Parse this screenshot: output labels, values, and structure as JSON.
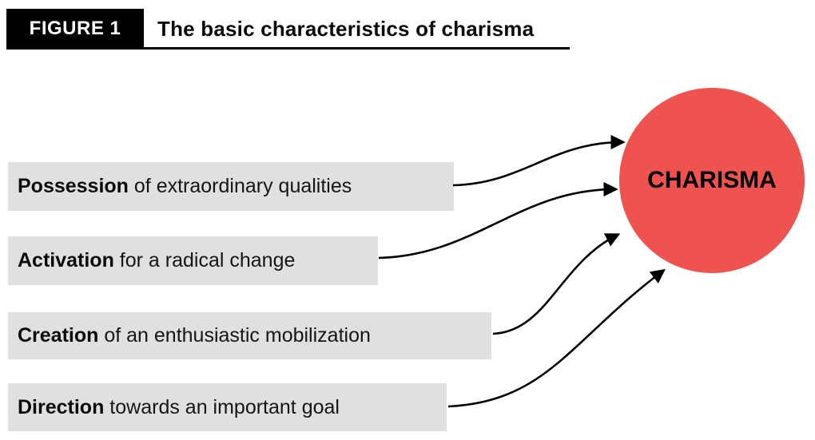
{
  "header": {
    "tag": "FIGURE 1",
    "title": "The basic characteristics of charisma"
  },
  "characteristics": [
    {
      "keyword": "Possession",
      "rest": " of extraordinary qualities"
    },
    {
      "keyword": "Activation",
      "rest": " for a radical change"
    },
    {
      "keyword": "Creation",
      "rest": " of an enthusiastic mobilization"
    },
    {
      "keyword": "Direction",
      "rest": " towards an important goal"
    }
  ],
  "center": {
    "label": "CHARISMA"
  },
  "colors": {
    "tag_bg": "#000000",
    "tag_text": "#ffffff",
    "box_bg": "#e0e0e0",
    "circle": "#ef5350",
    "arrow": "#000000"
  }
}
